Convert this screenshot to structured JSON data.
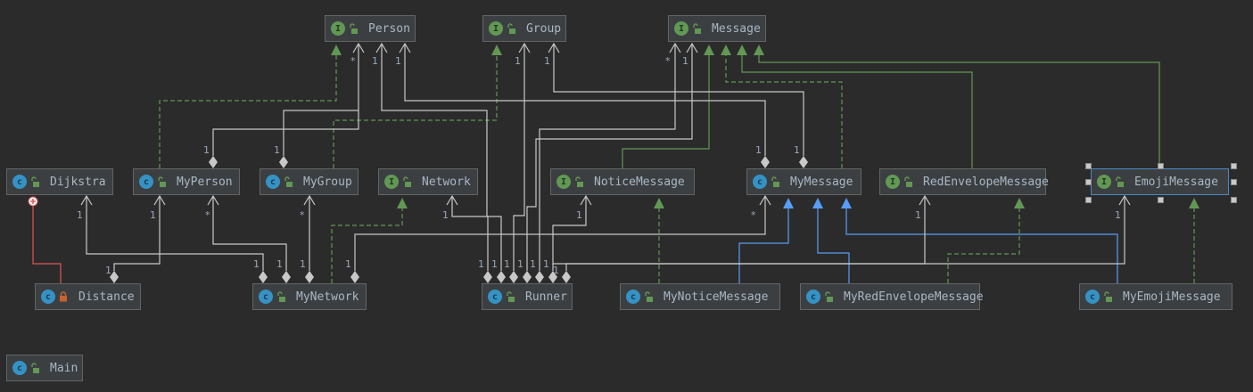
{
  "diagram": {
    "type": "UML class diagram",
    "colors": {
      "background": "#2b2b2b",
      "node_fill": "#3c3f41",
      "node_border": "#646464",
      "selected_border": "#4a88c7",
      "association": "#c8c8c8",
      "realization": "#629755",
      "inheritance": "#589df6",
      "inner_class": "#e05555",
      "label_text": "#a9b7c6"
    },
    "nodes": [
      {
        "id": "Person",
        "name": "Person",
        "kind": "interface",
        "kind_letter": "I",
        "visibility": "public"
      },
      {
        "id": "Group",
        "name": "Group",
        "kind": "interface",
        "kind_letter": "I",
        "visibility": "public"
      },
      {
        "id": "Message",
        "name": "Message",
        "kind": "interface",
        "kind_letter": "I",
        "visibility": "public"
      },
      {
        "id": "Dijkstra",
        "name": "Dijkstra",
        "kind": "class",
        "kind_letter": "c",
        "visibility": "public"
      },
      {
        "id": "MyPerson",
        "name": "MyPerson",
        "kind": "class",
        "kind_letter": "c",
        "visibility": "public"
      },
      {
        "id": "MyGroup",
        "name": "MyGroup",
        "kind": "class",
        "kind_letter": "c",
        "visibility": "public"
      },
      {
        "id": "Network",
        "name": "Network",
        "kind": "interface",
        "kind_letter": "I",
        "visibility": "public"
      },
      {
        "id": "NoticeMessage",
        "name": "NoticeMessage",
        "kind": "interface",
        "kind_letter": "I",
        "visibility": "public"
      },
      {
        "id": "MyMessage",
        "name": "MyMessage",
        "kind": "class",
        "kind_letter": "c",
        "visibility": "public"
      },
      {
        "id": "RedEnvelopeMessage",
        "name": "RedEnvelopeMessage",
        "kind": "interface",
        "kind_letter": "I",
        "visibility": "public"
      },
      {
        "id": "EmojiMessage",
        "name": "EmojiMessage",
        "kind": "interface",
        "kind_letter": "I",
        "visibility": "public",
        "selected": true
      },
      {
        "id": "Distance",
        "name": "Distance",
        "kind": "class",
        "kind_letter": "c",
        "visibility": "private"
      },
      {
        "id": "MyNetwork",
        "name": "MyNetwork",
        "kind": "class",
        "kind_letter": "c",
        "visibility": "public"
      },
      {
        "id": "Runner",
        "name": "Runner",
        "kind": "class",
        "kind_letter": "c",
        "visibility": "public"
      },
      {
        "id": "MyNoticeMessage",
        "name": "MyNoticeMessage",
        "kind": "class",
        "kind_letter": "c",
        "visibility": "public"
      },
      {
        "id": "MyRedEnvelopeMessage",
        "name": "MyRedEnvelopeMessage",
        "kind": "class",
        "kind_letter": "c",
        "visibility": "public"
      },
      {
        "id": "MyEmojiMessage",
        "name": "MyEmojiMessage",
        "kind": "class",
        "kind_letter": "c",
        "visibility": "public"
      },
      {
        "id": "Main",
        "name": "Main",
        "kind": "class",
        "kind_letter": "c",
        "visibility": "public",
        "runnable": true
      }
    ],
    "edges": [
      {
        "from": "MyPerson",
        "to": "Person",
        "type": "realization"
      },
      {
        "from": "MyGroup",
        "to": "Group",
        "type": "realization"
      },
      {
        "from": "MyNetwork",
        "to": "Network",
        "type": "realization"
      },
      {
        "from": "MyMessage",
        "to": "Message",
        "type": "realization"
      },
      {
        "from": "NoticeMessage",
        "to": "Message",
        "type": "generalization"
      },
      {
        "from": "RedEnvelopeMessage",
        "to": "Message",
        "type": "generalization"
      },
      {
        "from": "EmojiMessage",
        "to": "Message",
        "type": "generalization"
      },
      {
        "from": "MyNoticeMessage",
        "to": "NoticeMessage",
        "type": "realization"
      },
      {
        "from": "MyRedEnvelopeMessage",
        "to": "RedEnvelopeMessage",
        "type": "realization"
      },
      {
        "from": "MyEmojiMessage",
        "to": "EmojiMessage",
        "type": "realization"
      },
      {
        "from": "MyNoticeMessage",
        "to": "MyMessage",
        "type": "inheritance"
      },
      {
        "from": "MyRedEnvelopeMessage",
        "to": "MyMessage",
        "type": "inheritance"
      },
      {
        "from": "MyEmojiMessage",
        "to": "MyMessage",
        "type": "inheritance"
      },
      {
        "from": "Distance",
        "to": "Dijkstra",
        "type": "inner"
      },
      {
        "from": "MyPerson",
        "to": "Person",
        "type": "composition",
        "target_mult": "*",
        "source_mult": "1"
      },
      {
        "from": "MyGroup",
        "to": "Person",
        "type": "composition",
        "target_mult": "*",
        "source_mult": "1"
      },
      {
        "from": "Distance",
        "to": "MyPerson",
        "type": "composition",
        "target_mult": "1",
        "source_mult": "1"
      },
      {
        "from": "MyNetwork",
        "to": "Dijkstra",
        "type": "composition",
        "target_mult": "1",
        "source_mult": "1"
      },
      {
        "from": "MyNetwork",
        "to": "MyPerson",
        "type": "composition",
        "target_mult": "*",
        "source_mult": "1"
      },
      {
        "from": "MyNetwork",
        "to": "MyGroup",
        "type": "composition",
        "target_mult": "*",
        "source_mult": "1"
      },
      {
        "from": "MyNetwork",
        "to": "MyMessage",
        "type": "composition",
        "target_mult": "*",
        "source_mult": "1"
      },
      {
        "from": "MyMessage",
        "to": "Person",
        "type": "composition",
        "target_mult": "1",
        "source_mult": "1"
      },
      {
        "from": "MyMessage",
        "to": "Group",
        "type": "composition",
        "target_mult": "1",
        "source_mult": "1"
      },
      {
        "from": "Runner",
        "to": "Person",
        "type": "composition",
        "target_mult": "1",
        "source_mult": "1"
      },
      {
        "from": "Runner",
        "to": "Group",
        "type": "composition",
        "target_mult": "1",
        "source_mult": "1"
      },
      {
        "from": "Runner",
        "to": "Message",
        "type": "composition",
        "target_mult": "*",
        "source_mult": "1"
      },
      {
        "from": "Runner",
        "to": "Message",
        "type": "composition",
        "target_mult": "1",
        "source_mult": "1"
      },
      {
        "from": "Runner",
        "to": "Network",
        "type": "composition",
        "target_mult": "1",
        "source_mult": "1"
      },
      {
        "from": "Runner",
        "to": "NoticeMessage",
        "type": "composition",
        "target_mult": "1",
        "source_mult": "1"
      },
      {
        "from": "Runner",
        "to": "RedEnvelopeMessage",
        "type": "composition",
        "target_mult": "1",
        "source_mult": "1"
      },
      {
        "from": "Runner",
        "to": "EmojiMessage",
        "type": "composition",
        "target_mult": "1",
        "source_mult": "1"
      }
    ]
  }
}
